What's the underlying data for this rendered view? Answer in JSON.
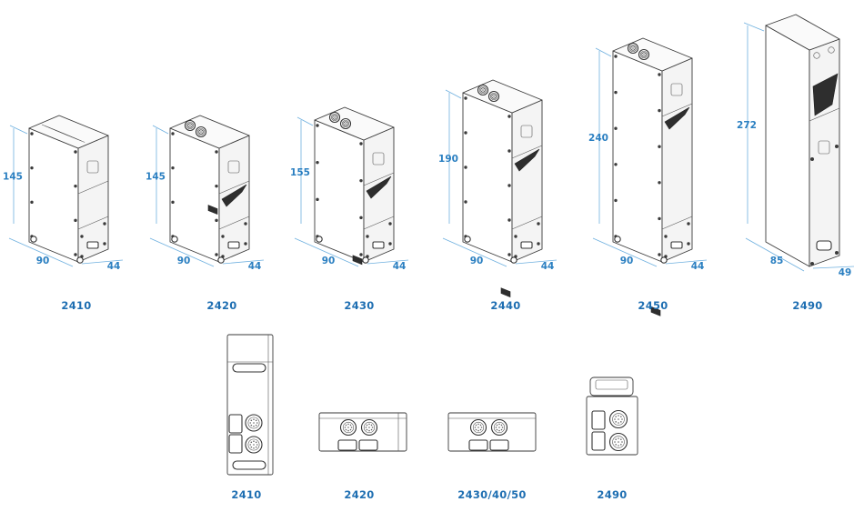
{
  "figure": {
    "description": "Dimensional drawings of device enclosure models (isometric views with dimensions, and connector-end views)",
    "units": "mm",
    "colors": {
      "dimension": "#2a7fc1",
      "label": "#1f6fb2",
      "outline": "#3a3a3a"
    }
  },
  "isometric_views": [
    {
      "model": "2410",
      "height": "145",
      "width": "90",
      "depth": "44",
      "top_feature": "heatsink-fins"
    },
    {
      "model": "2420",
      "height": "145",
      "width": "90",
      "depth": "44",
      "top_feature": "connectors"
    },
    {
      "model": "2430",
      "height": "155",
      "width": "90",
      "depth": "44",
      "top_feature": "connectors"
    },
    {
      "model": "2440",
      "height": "190",
      "width": "90",
      "depth": "44",
      "top_feature": "connectors"
    },
    {
      "model": "2450",
      "height": "240",
      "width": "90",
      "depth": "44",
      "top_feature": "connectors"
    },
    {
      "model": "2490",
      "height": "272",
      "width": "85",
      "depth": "49",
      "top_feature": "closed-column"
    }
  ],
  "end_views": [
    {
      "model": "2410"
    },
    {
      "model": "2420"
    },
    {
      "model": "2430/40/50"
    },
    {
      "model": "2490"
    }
  ]
}
